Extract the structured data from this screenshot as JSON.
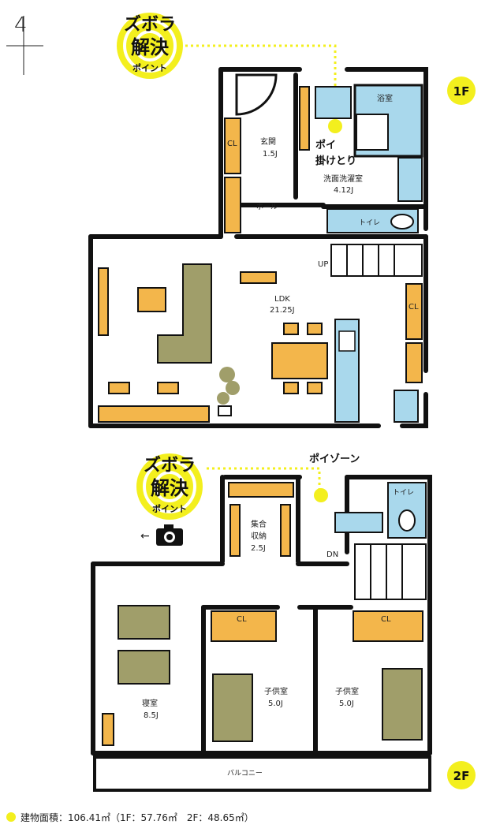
{
  "corner_mark": "4",
  "badges": {
    "top": {
      "line1": "ズボラ",
      "line2": "解決",
      "line3": "ポイント"
    },
    "bottom": {
      "line1": "ズボラ",
      "line2": "解決",
      "line3": "ポイント"
    }
  },
  "annotations": {
    "first": {
      "line1": "ポイ",
      "line2": "掛けとり"
    },
    "second": {
      "text": "ポイゾーン"
    }
  },
  "floor1": {
    "badge": "1F",
    "rooms": {
      "bath": "浴室",
      "entrance": "玄関",
      "entrance_size": "1.5J",
      "entrance_cl": "CL",
      "washroom": "洗面洗濯室",
      "washroom_size": "4.12J",
      "hall": "ホール",
      "toilet": "トイレ",
      "up": "UP",
      "ldk": "LDK",
      "ldk_size": "21.25J",
      "cl_right": "CL"
    }
  },
  "floor2": {
    "badge": "2F",
    "rooms": {
      "storage_line1": "集合",
      "storage_line2": "収納",
      "storage_size": "2.5J",
      "toilet": "トイレ",
      "dn": "DN",
      "cl_left": "CL",
      "cl_right": "CL",
      "bedroom": "寝室",
      "bedroom_size": "8.5J",
      "kids1": "子供室",
      "kids1_size": "5.0J",
      "kids2": "子供室",
      "kids2_size": "5.0J",
      "balcony": "バルコニー"
    },
    "camera_arrow": "←"
  },
  "footer": {
    "area_text": "建物面積：106.41㎡（1F：57.76㎡　2F：48.65㎡）"
  },
  "colors": {
    "accent_yellow": "#f3ef1e",
    "orange": "#f3b64b",
    "blue": "#a9d8ec",
    "olive": "#a09e6a",
    "wall": "#111111"
  }
}
